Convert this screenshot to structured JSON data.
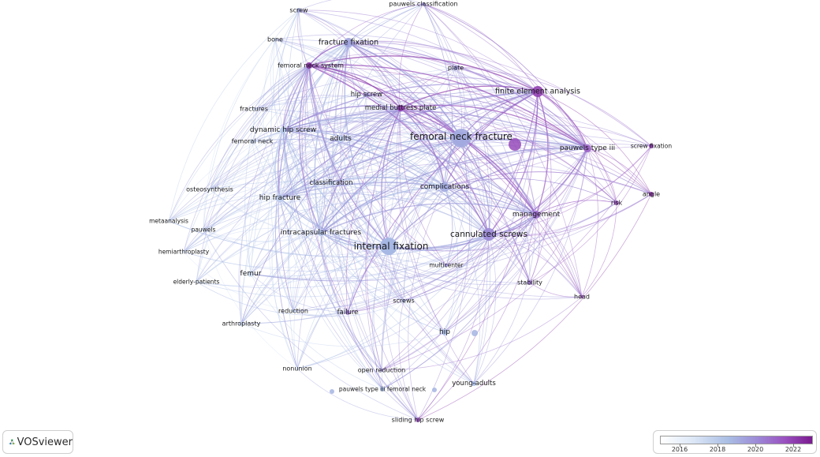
{
  "colors": {
    "early": "#dfe8f7",
    "mid": "#a3b5e0",
    "late": "#9c56c4",
    "latest": "#7b1b8f"
  },
  "icons": [
    "vosviewer-logo-icon"
  ],
  "network": {
    "nodes": [
      {
        "id": "femoral-neck-fracture",
        "label": "femoral neck fracture",
        "year": 2018.6
      },
      {
        "id": "internal-fixation",
        "label": "internal fixation",
        "year": 2018.1
      },
      {
        "id": "cannulated-screws",
        "label": "cannulated screws",
        "year": 2019.6
      },
      {
        "id": "finite-element-analysis",
        "label": "finite element analysis",
        "year": 2021.5
      },
      {
        "id": "fracture-fixation",
        "label": "fracture fixation",
        "year": 2018.8
      },
      {
        "id": "femoral-neck-system",
        "label": "femoral neck system",
        "year": 2022.0
      },
      {
        "id": "complications",
        "label": "complications",
        "year": 2018.5
      },
      {
        "id": "pauwels-type-iii",
        "label": "pauwels type iii",
        "year": 2020.6
      },
      {
        "id": "management",
        "label": "management",
        "year": 2020.3
      },
      {
        "id": "intracapsular-fractures",
        "label": "intracapsular fractures",
        "year": 2017.7
      },
      {
        "id": "hip-fracture",
        "label": "hip fracture",
        "year": 2017.4
      },
      {
        "id": "dynamic-hip-screw",
        "label": "dynamic hip screw",
        "year": 2017.6
      },
      {
        "id": "medial-buttress-plate",
        "label": "medial buttress plate",
        "year": 2021.8
      },
      {
        "id": "hip-screw",
        "label": "hip screw",
        "year": 2019.2
      },
      {
        "id": "adults",
        "label": "adults",
        "year": 2017.2
      },
      {
        "id": "classification",
        "label": "classification",
        "year": 2017.4
      },
      {
        "id": "plate",
        "label": "plate",
        "year": 2019.0
      },
      {
        "id": "screw",
        "label": "screw",
        "year": 2018.6
      },
      {
        "id": "pauwels-classification",
        "label": "pauwels classification",
        "year": 2019.5
      },
      {
        "id": "bone",
        "label": "bone",
        "year": 2017.0
      },
      {
        "id": "fractures",
        "label": "fractures",
        "year": 2016.5
      },
      {
        "id": "femoral-neck",
        "label": "femoral neck",
        "year": 2017.0
      },
      {
        "id": "osteosynthesis",
        "label": "osteosynthesis",
        "year": 2016.3
      },
      {
        "id": "metaanalysis",
        "label": "metaanalysis",
        "year": 2016.2
      },
      {
        "id": "pauwels",
        "label": "pauwels",
        "year": 2016.6
      },
      {
        "id": "hemiarthroplasty",
        "label": "hemiarthroplasty",
        "year": 2016.2
      },
      {
        "id": "elderly-patients",
        "label": "elderly-patients",
        "year": 2016.1
      },
      {
        "id": "femur",
        "label": "femur",
        "year": 2016.8
      },
      {
        "id": "reduction",
        "label": "reduction",
        "year": 2017.2
      },
      {
        "id": "arthroplasty",
        "label": "arthroplasty",
        "year": 2017.0
      },
      {
        "id": "failure",
        "label": "failure",
        "year": 2020.0
      },
      {
        "id": "screws",
        "label": "screws",
        "year": 2018.3
      },
      {
        "id": "multicenter",
        "label": "multicenter",
        "year": 2019.4
      },
      {
        "id": "hip",
        "label": "hip",
        "year": 2017.8
      },
      {
        "id": "stability",
        "label": "stability",
        "year": 2020.1
      },
      {
        "id": "head",
        "label": "head",
        "year": 2021.0
      },
      {
        "id": "risk",
        "label": "risk",
        "year": 2021.0
      },
      {
        "id": "angle",
        "label": "angle",
        "year": 2022.0
      },
      {
        "id": "screw-fixation",
        "label": "screw fixation",
        "year": 2021.6
      },
      {
        "id": "nonunion",
        "label": "nonunion",
        "year": 2016.6
      },
      {
        "id": "open-reduction",
        "label": "open reduction",
        "year": 2019.5
      },
      {
        "id": "pauwels-type-iii-femoral-neck",
        "label": "pauwels type iii femoral neck",
        "year": 2018.0
      },
      {
        "id": "young-adults",
        "label": "young-adults",
        "year": 2018.1
      },
      {
        "id": "sliding-hip-screw",
        "label": "sliding hip screw",
        "year": 2021.0
      }
    ]
  },
  "legend": {
    "ticks": [
      "2016",
      "2018",
      "2020",
      "2022"
    ],
    "range": [
      2015,
      2023
    ]
  },
  "logo": {
    "text": "VOSviewer"
  }
}
